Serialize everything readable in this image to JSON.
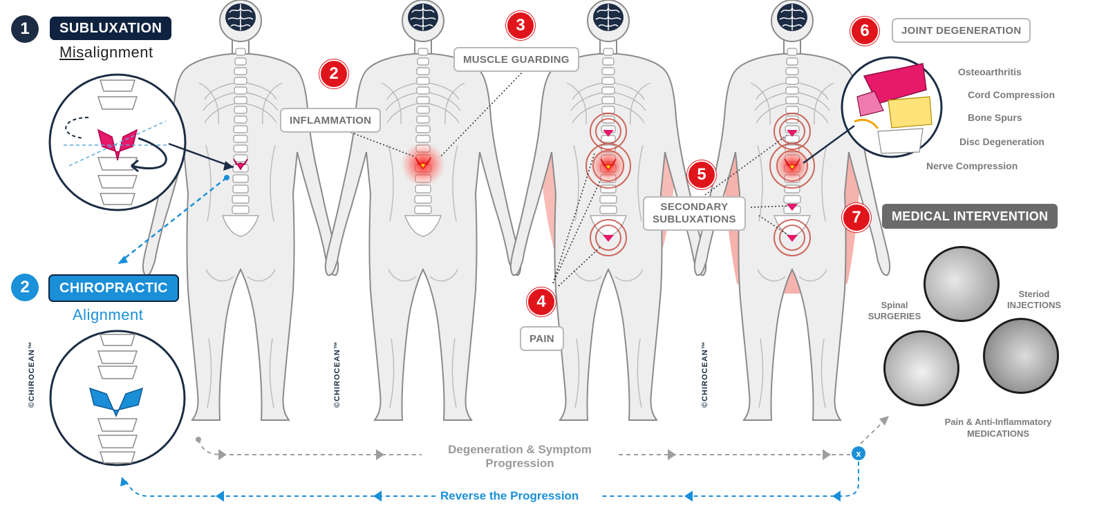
{
  "steps": {
    "subluxation": {
      "number": "1",
      "title": "SUBLUXATION",
      "subtitle_underlined": "Mis",
      "subtitle_rest": "alignment"
    },
    "chiropractic": {
      "number": "2",
      "title": "CHIROPRACTIC",
      "subtitle": "Alignment"
    }
  },
  "callouts": {
    "inflammation": {
      "number": "2",
      "label": "INFLAMMATION"
    },
    "muscle_guarding": {
      "number": "3",
      "label": "MUSCLE GUARDING"
    },
    "pain": {
      "number": "4",
      "label": "PAIN"
    },
    "secondary": {
      "number": "5",
      "label_line1": "SECONDARY",
      "label_line2": "SUBLUXATIONS"
    },
    "joint_degeneration": {
      "number": "6",
      "label": "JOINT DEGENERATION"
    },
    "medical_intervention": {
      "number": "7",
      "label": "MEDICAL INTERVENTION"
    }
  },
  "degeneration_list": [
    "Osteoarthritis",
    "Cord Compression",
    "Bone Spurs",
    "Disc Degeneration",
    "Nerve Compression"
  ],
  "interventions": {
    "spinal_line1": "Spinal",
    "spinal_line2": "SURGERIES",
    "steroid_line1": "Steriod",
    "steroid_line2": "INJECTIONS",
    "meds_line1": "Pain & Anti-Inflammatory",
    "meds_line2": "MEDICATIONS"
  },
  "flow": {
    "degeneration_line1": "Degeneration & Symptom",
    "degeneration_line2": "Progression",
    "reverse": "Reverse the Progression",
    "stop_symbol": "x"
  },
  "watermark": "©CHIROCEAN™",
  "colors": {
    "navy": "#0f2340",
    "blue": "#1a8fd8",
    "red": "#e0141b",
    "gray": "#6a6a6a",
    "pink": "#f3a09a"
  }
}
